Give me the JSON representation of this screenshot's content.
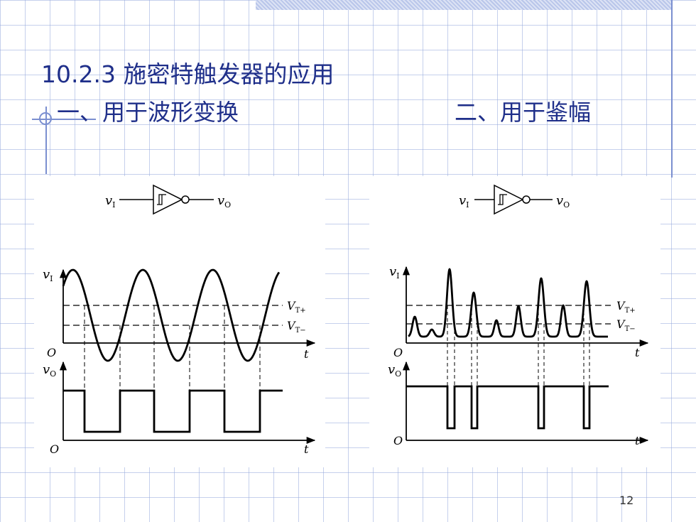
{
  "title": "10.2.3 施密特触发器的应用",
  "sections": {
    "left": "一、用于波形变换",
    "right": "二、用于鉴幅"
  },
  "circuit": {
    "input_label": "v",
    "input_sub": "I",
    "output_label": "v",
    "output_sub": "O"
  },
  "axes": {
    "vi_label": "v",
    "vi_sub": "I",
    "vo_label": "v",
    "vo_sub": "O",
    "t_label": "t",
    "origin_label": "O",
    "vt_plus_label": "V",
    "vt_plus_sub": "T+",
    "vt_minus_label": "V",
    "vt_minus_sub": "T−"
  },
  "page_number": "12",
  "colors": {
    "title": "#1f2f8a",
    "grid": "#96aadc",
    "accent": "#7b8fd0"
  }
}
